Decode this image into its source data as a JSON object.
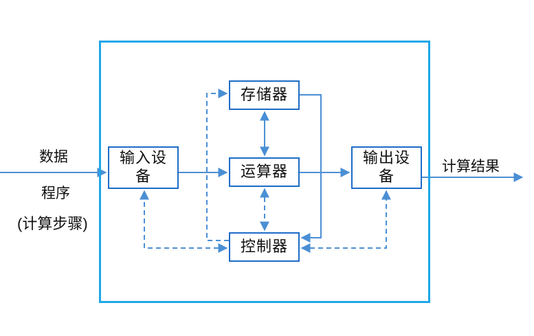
{
  "inputs": {
    "data_label": "数据",
    "program_label": "程序",
    "steps_label": "(计算步骤)"
  },
  "output": {
    "result_label": "计算结果"
  },
  "boxes": {
    "input_device": "输入设备",
    "output_device": "输出设备",
    "memory": "存储器",
    "alu": "运算器",
    "controller": "控制器"
  },
  "colors": {
    "frame": "#1ea7e8",
    "box_border": "#1e6cc7",
    "arrow": "#4a8fd4",
    "text": "#111111"
  }
}
